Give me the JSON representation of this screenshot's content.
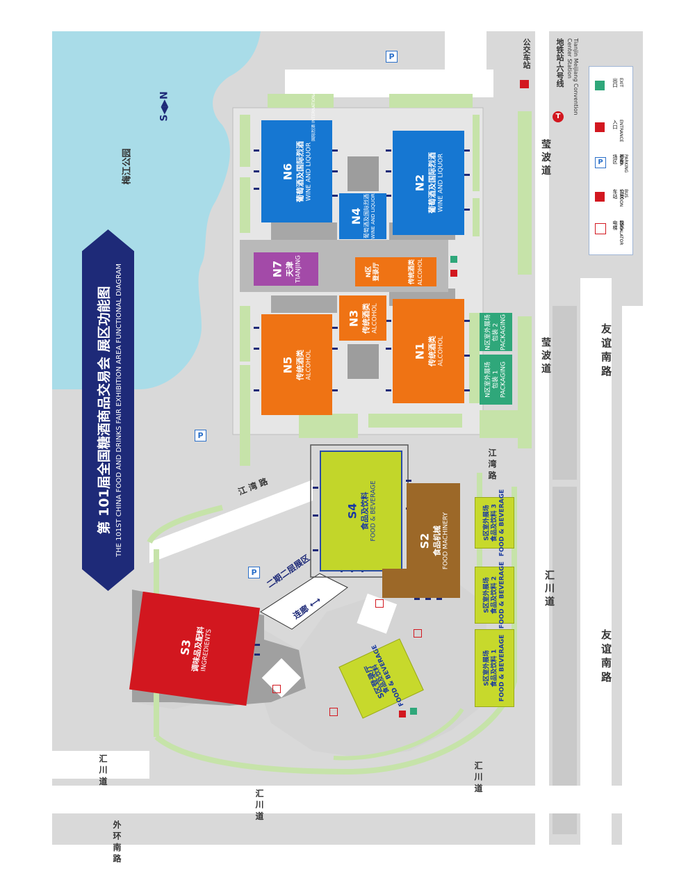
{
  "title": {
    "cn": "第 101届全国糖酒商品交易会   展区功能图",
    "en": "THE 101ST CHINA FOOD AND DRINKS FAIR  EXHIBITION AREA FUNCTIONAL DIAGRAM"
  },
  "compass": "S◀▶N",
  "park": "梅江公园",
  "halls": [
    {
      "code": "N6",
      "cn": "葡萄酒及国际烈酒",
      "en": "WINE AND LIQUOR",
      "sub": "国际烈酒 INTERNATIONAL SPIRITS",
      "color": "#1677d2"
    },
    {
      "code": "N4",
      "cn": "葡萄酒及国际烈酒",
      "en": "WINE AND LIQUOR",
      "color": "#1677d2"
    },
    {
      "code": "N2",
      "cn": "葡萄酒及国际烈酒",
      "en": "WINE AND LIQUOR",
      "color": "#1677d2"
    },
    {
      "code": "N7",
      "cn": "天津",
      "en": "TIANJING",
      "color": "#a34aa8"
    },
    {
      "code": "N区",
      "cn": "登录厅",
      "en": "",
      "color": "#ef7314"
    },
    {
      "code": "",
      "cn": "传统酒类",
      "en": "ALCOHOL",
      "color": "#ef7314"
    },
    {
      "code": "N5",
      "cn": "传统酒类",
      "en": "ALCOHOL",
      "color": "#ef7314"
    },
    {
      "code": "N3",
      "cn": "传统酒类",
      "en": "ALCOHOL",
      "color": "#ef7314"
    },
    {
      "code": "N1",
      "cn": "传统酒类",
      "en": "ALCOHOL",
      "color": "#ef7314"
    },
    {
      "code": "S4",
      "cn": "食品及饮料",
      "en": "FOOD & BEVERAGE",
      "color": "#c2d62a"
    },
    {
      "code": "S2",
      "cn": "食品机械",
      "en": "FOOD MACHINERY",
      "color": "#9c6828"
    },
    {
      "code": "S3",
      "cn": "调味品及配料",
      "en": "INGREDIENTS",
      "color": "#d2171f"
    }
  ],
  "outdoor": [
    {
      "cn": "N区室外展场",
      "line2": "包装 2",
      "en": "PACKAGING",
      "note": "包装"
    },
    {
      "cn": "N区室外展场",
      "line2": "包装 1",
      "en": "PACKAGING"
    },
    {
      "cn": "S区室外展场",
      "line2": "食品及饮料 3",
      "en": "FOOD & BEVERAGE"
    },
    {
      "cn": "S区室外展场",
      "line2": "食品及饮料 2",
      "en": "FOOD & BEVERAGE"
    },
    {
      "cn": "S区室外展场",
      "line2": "食品及饮料 1",
      "en": "FOOD & BEVERAGE"
    },
    {
      "cn": "S区登录厅",
      "line2": "食品及饮料",
      "en": "FOOD & BEVERAGE"
    }
  ],
  "corridor": {
    "cn": "二期二层展区",
    "sub": "连廊"
  },
  "roads": {
    "yingbo1": "莹 波 道",
    "yingbo2": "莹 波 道",
    "youyi1": "友 谊 南 路",
    "youyi2": "友 谊 南 路",
    "jiangwan1": "江 湾 路",
    "jiangwan2": "江 湾 路",
    "huichuan1": "汇 川 道",
    "huichuan2": "汇 川 道",
    "huichuan3": "汇 川 道",
    "huichuan4": "汇 川 道",
    "waihuan": "外 环 南 路"
  },
  "parking": "P",
  "bus_station": "公交车站",
  "metro": {
    "cn": "地铁站-六号线",
    "en": "Tianjin Meijiang Convention Center Station"
  },
  "legend": [
    {
      "cn": "扶手电梯",
      "en": "ESCALATOR",
      "icon": "escalator-icon"
    },
    {
      "cn": "公交车站",
      "en": "BUS STATION",
      "icon": "bus-icon"
    },
    {
      "cn": "停车场区",
      "en": "PARKING AREA",
      "icon": "parking-icon"
    },
    {
      "cn": "入口",
      "en": "ENTRANCE",
      "icon": "entrance-icon"
    },
    {
      "cn": "出口",
      "en": "EXIT",
      "icon": "exit-icon"
    }
  ],
  "colors": {
    "blue": "#1677d2",
    "orange": "#ef7314",
    "purple": "#a34aa8",
    "lime": "#c2d62a",
    "brown": "#9c6828",
    "red": "#d2171f",
    "water": "#a9dce8",
    "navy": "#1e2a78"
  }
}
